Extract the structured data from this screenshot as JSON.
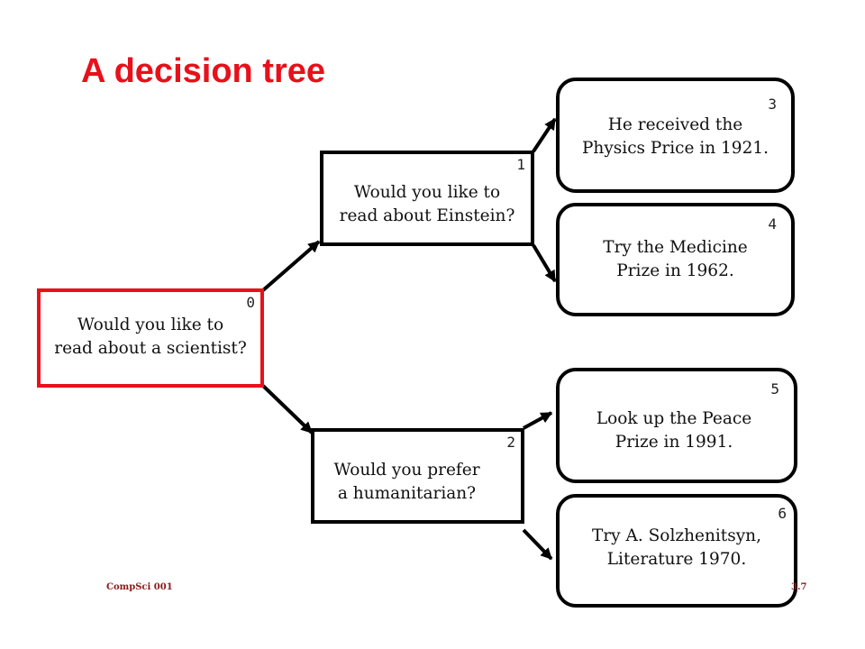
{
  "title": "A decision tree",
  "nodes": {
    "n0": {
      "num": "0",
      "text": "Would you like to\nread about a scientist?"
    },
    "n1": {
      "num": "1",
      "text": "Would you like to\nread about Einstein?"
    },
    "n2": {
      "num": "2",
      "text": "Would you prefer\na humanitarian?"
    },
    "n3": {
      "num": "3",
      "text": "He received the\nPhysics Price in 1921."
    },
    "n4": {
      "num": "4",
      "text": "Try the Medicine\nPrize in 1962."
    },
    "n5": {
      "num": "5",
      "text": "Look up the Peace\nPrize in 1991."
    },
    "n6": {
      "num": "6",
      "text": "Try A. Solzhenitsyn,\nLiterature 1970."
    }
  },
  "footer": {
    "left": "CompSci 001",
    "right": "3.7"
  },
  "colors": {
    "accent": "#e8101a",
    "stroke": "#000000"
  }
}
